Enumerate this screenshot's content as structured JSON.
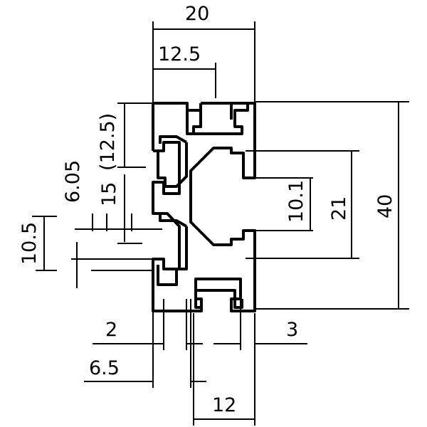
{
  "diagram": {
    "dimensions": {
      "width_total": "20",
      "width_slot_center": "12.5",
      "height_total": "40",
      "height_inner": "21",
      "height_slot": "10.1",
      "left_upper_paren": "(12.5)",
      "left_slot_offset": "6.05",
      "left_pitch": "15",
      "left_lower": "10.5",
      "bottom_wall": "2",
      "bottom_left": "6.5",
      "bottom_right_wall": "3",
      "bottom_width": "12"
    }
  }
}
